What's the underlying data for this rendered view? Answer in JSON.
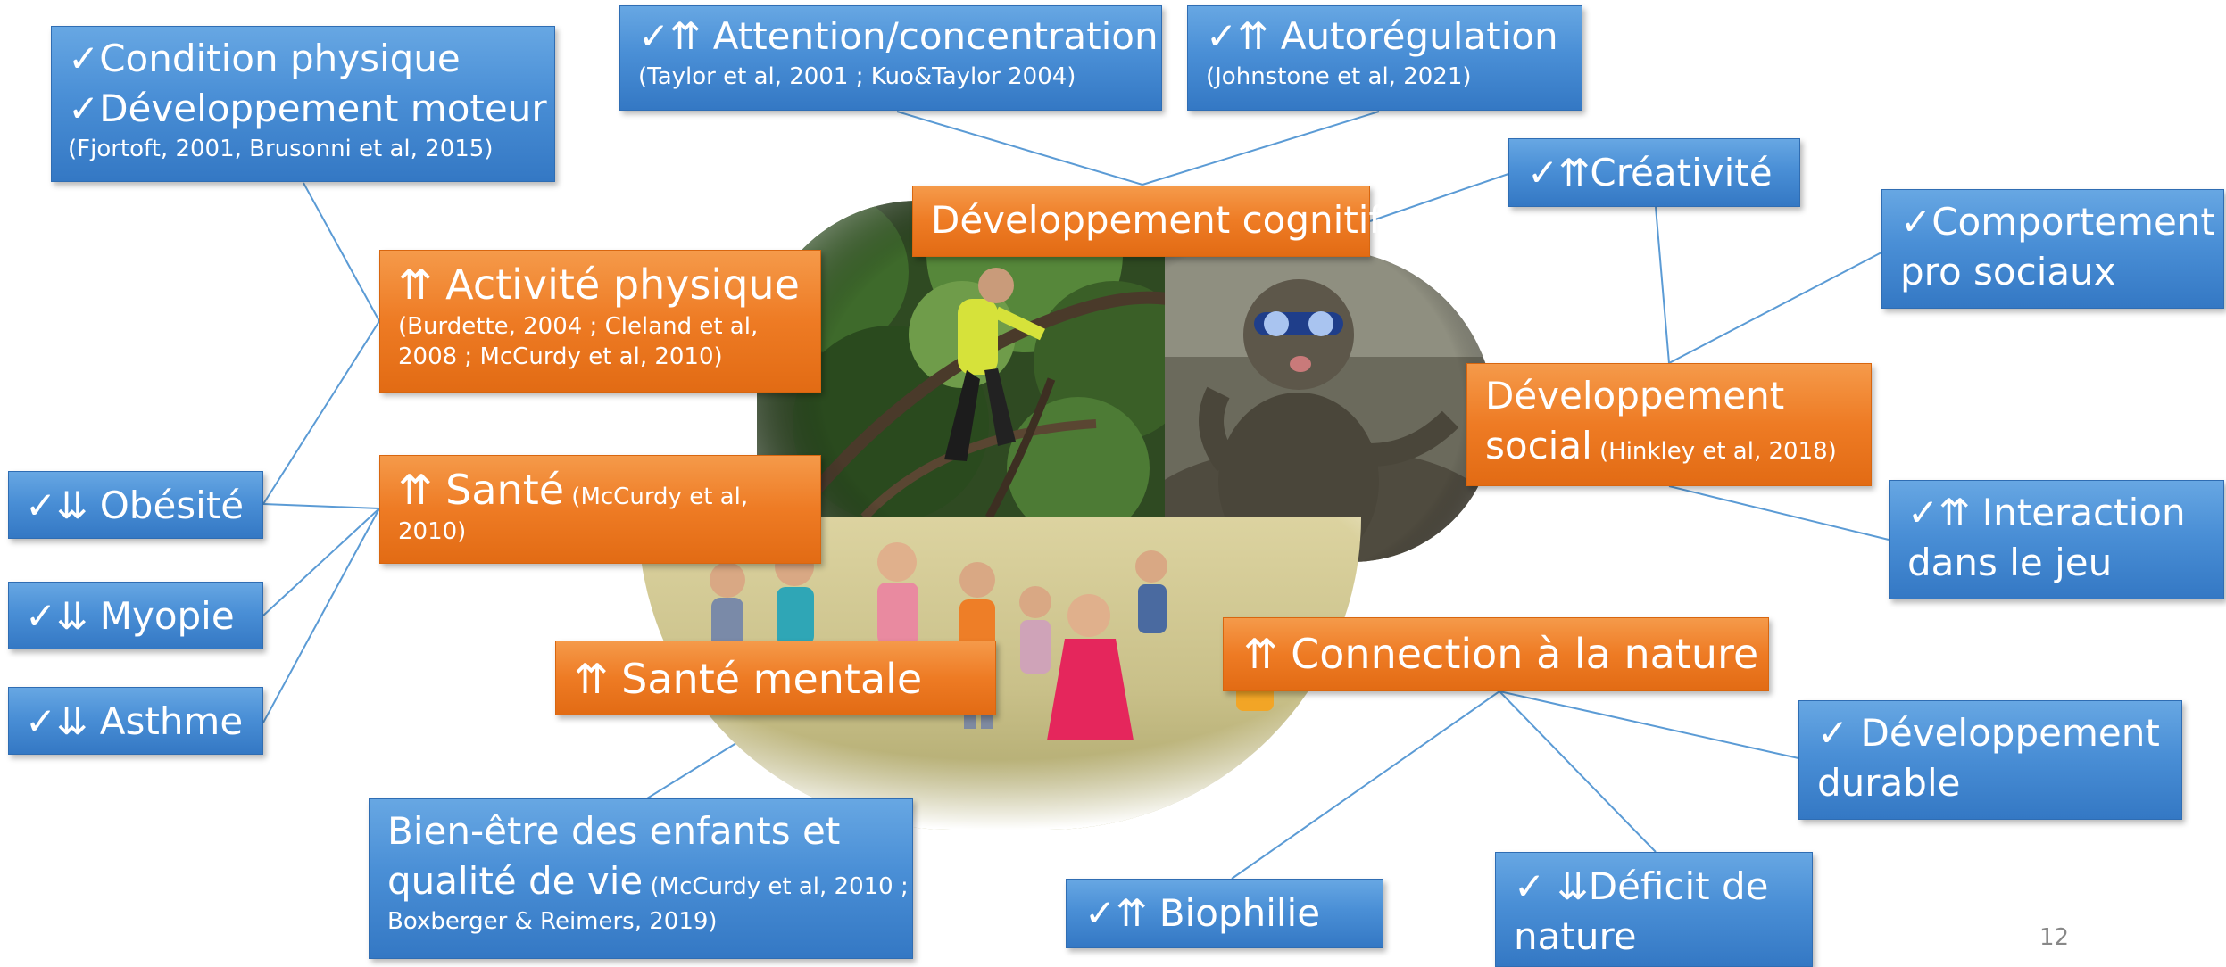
{
  "colors": {
    "blue_box": "#4a8fd6",
    "orange_box": "#ee7b24",
    "connector": "#5b9bd5",
    "text": "#ffffff"
  },
  "photos": {
    "tree_climbing": "child climbing a tree",
    "mud": "child covered in mud wearing goggles",
    "running_children": "group of children running in a field"
  },
  "nodes": {
    "condition": {
      "line1": "✓Condition physique",
      "line2": "✓Développement moteur",
      "ref": "(Fjortoft, 2001, Brusonni et al, 2015)"
    },
    "attention": {
      "title": "✓⇈ Attention/concentration",
      "ref": "(Taylor et al, 2001 ; Kuo&Taylor 2004)"
    },
    "autoregulation": {
      "title": "✓⇈ Autorégulation",
      "ref": "(Johnstone et al, 2021)"
    },
    "creativite": {
      "title": "✓⇈Créativité"
    },
    "comportement": {
      "line1": "✓Comportement",
      "line2": "pro sociaux"
    },
    "interaction": {
      "line1": "✓⇈ Interaction",
      "line2": "dans le jeu"
    },
    "obesite": {
      "title": "✓⇊ Obésité"
    },
    "myopie": {
      "title": "✓⇊ Myopie"
    },
    "asthme": {
      "title": "✓⇊ Asthme"
    },
    "bienetre": {
      "line1": "Bien-être des enfants et",
      "line2": "qualité de vie",
      "ref1": " (McCurdy et al, 2010 ;",
      "ref2": "Boxberger & Reimers, 2019)"
    },
    "biophilie": {
      "title": "✓⇈ Biophilie"
    },
    "deficit": {
      "line1": "✓ ⇊Déficit de",
      "line2": "nature"
    },
    "durable": {
      "line1": "✓ Développement",
      "line2": "durable"
    },
    "dev_cognitif": {
      "title": "Développement cognitif"
    },
    "activite": {
      "title": "⇈ Activité physique",
      "ref1": "(Burdette, 2004 ; Cleland et al,",
      "ref2": "2008 ; McCurdy et al, 2010)"
    },
    "sante": {
      "title": "⇈ Santé",
      "ref1": " (McCurdy et al,",
      "ref2": "2010)"
    },
    "dev_social": {
      "line1": "Développement",
      "line2": "social",
      "ref": " (Hinkley et al, 2018)"
    },
    "sante_mentale": {
      "title": "⇈ Santé mentale"
    },
    "connection": {
      "title": "⇈ Connection à la nature"
    }
  },
  "page_number": "12"
}
